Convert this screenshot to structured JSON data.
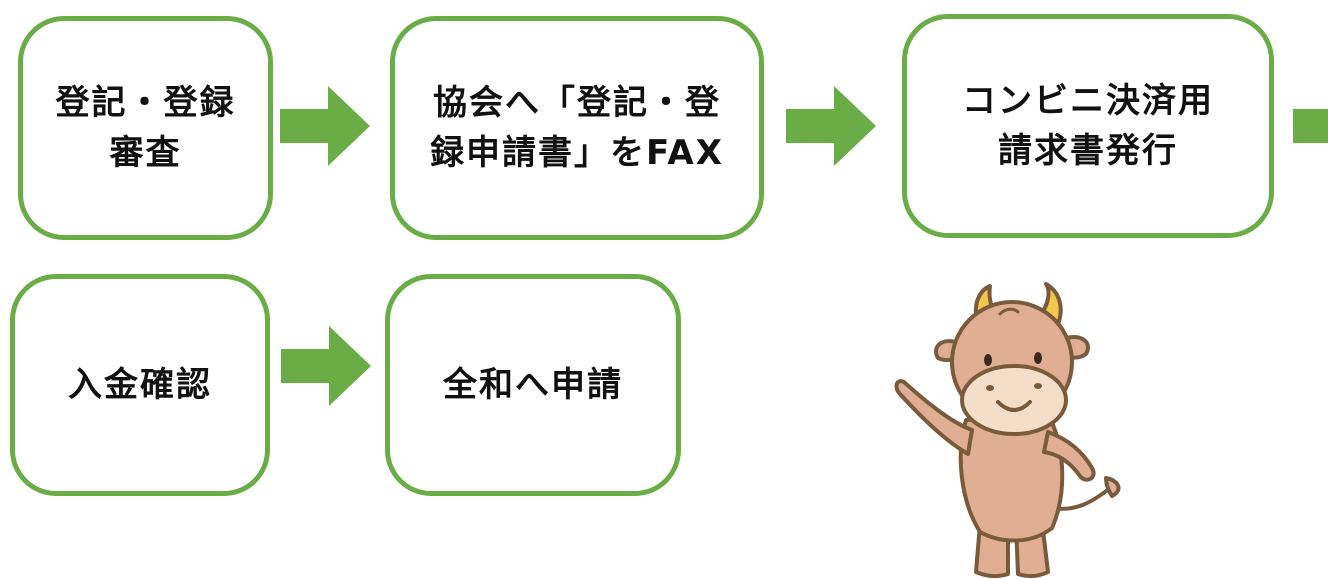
{
  "steps": [
    {
      "label": "登記・登録\n審査"
    },
    {
      "label": "協会へ「登記・登\n録申請書」をFAX"
    },
    {
      "label": "コンビニ決済用\n請求書発行"
    },
    {
      "label": "入金確認"
    },
    {
      "label": "全和へ申請"
    }
  ],
  "colors": {
    "box_border": "#6aad46",
    "arrow_fill": "#6aad46",
    "text": "#111111",
    "cow_body": "#dfae95",
    "cow_outline": "#7a5a3c",
    "cow_muzzle": "#f4ddc9",
    "cow_horn": "#f3c64e"
  },
  "icons": {
    "arrow": "arrow-right-icon",
    "mascot": "cow-illustration"
  }
}
